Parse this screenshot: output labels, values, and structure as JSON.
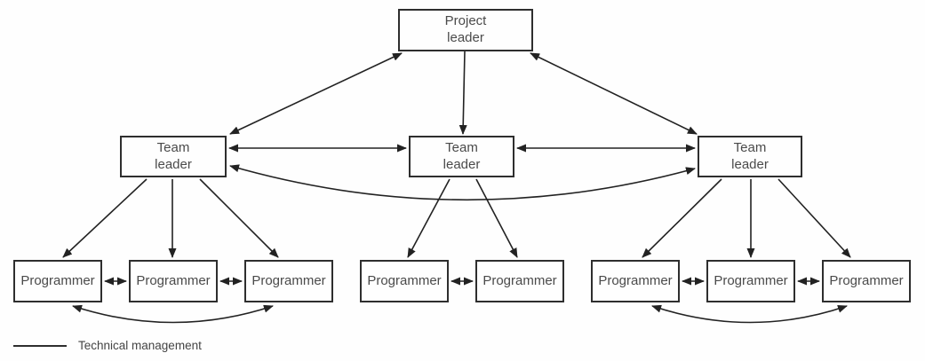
{
  "diagram": {
    "type": "hierarchy-organization-chart",
    "description": "Chief programmer team structure: one project leader over three team leaders, each team leader over a group of programmers, with peer communication arrows"
  },
  "nodes": {
    "project_leader": {
      "id": "project-leader",
      "label": "Project\nleader"
    },
    "team_leaders": [
      {
        "id": "team-leader-1",
        "label": "Team\nleader"
      },
      {
        "id": "team-leader-2",
        "label": "Team\nleader"
      },
      {
        "id": "team-leader-3",
        "label": "Team\nleader"
      }
    ],
    "programmers": [
      {
        "id": "programmer-1",
        "label": "Programmer"
      },
      {
        "id": "programmer-2",
        "label": "Programmer"
      },
      {
        "id": "programmer-3",
        "label": "Programmer"
      },
      {
        "id": "programmer-4",
        "label": "Programmer"
      },
      {
        "id": "programmer-5",
        "label": "Programmer"
      },
      {
        "id": "programmer-6",
        "label": "Programmer"
      },
      {
        "id": "programmer-7",
        "label": "Programmer"
      },
      {
        "id": "programmer-8",
        "label": "Programmer"
      }
    ]
  },
  "edges": [
    {
      "from": "project-leader",
      "to": "team-leader-1",
      "direction": "both",
      "style": "straight"
    },
    {
      "from": "project-leader",
      "to": "team-leader-2",
      "direction": "to",
      "style": "straight"
    },
    {
      "from": "project-leader",
      "to": "team-leader-3",
      "direction": "both",
      "style": "straight"
    },
    {
      "from": "team-leader-1",
      "to": "team-leader-2",
      "direction": "both",
      "style": "straight"
    },
    {
      "from": "team-leader-2",
      "to": "team-leader-3",
      "direction": "both",
      "style": "straight"
    },
    {
      "from": "team-leader-1",
      "to": "team-leader-3",
      "direction": "both",
      "style": "curved-below"
    },
    {
      "from": "team-leader-1",
      "to": "programmer-1",
      "direction": "to",
      "style": "straight"
    },
    {
      "from": "team-leader-1",
      "to": "programmer-2",
      "direction": "to",
      "style": "straight"
    },
    {
      "from": "team-leader-1",
      "to": "programmer-3",
      "direction": "to",
      "style": "straight"
    },
    {
      "from": "programmer-1",
      "to": "programmer-2",
      "direction": "both",
      "style": "straight"
    },
    {
      "from": "programmer-2",
      "to": "programmer-3",
      "direction": "both",
      "style": "straight"
    },
    {
      "from": "programmer-1",
      "to": "programmer-3",
      "direction": "both",
      "style": "curved-below"
    },
    {
      "from": "team-leader-2",
      "to": "programmer-4",
      "direction": "to",
      "style": "straight"
    },
    {
      "from": "team-leader-2",
      "to": "programmer-5",
      "direction": "to",
      "style": "straight"
    },
    {
      "from": "programmer-4",
      "to": "programmer-5",
      "direction": "both",
      "style": "straight"
    },
    {
      "from": "team-leader-3",
      "to": "programmer-6",
      "direction": "to",
      "style": "straight"
    },
    {
      "from": "team-leader-3",
      "to": "programmer-7",
      "direction": "to",
      "style": "straight"
    },
    {
      "from": "team-leader-3",
      "to": "programmer-8",
      "direction": "to",
      "style": "straight"
    },
    {
      "from": "programmer-6",
      "to": "programmer-7",
      "direction": "both",
      "style": "straight"
    },
    {
      "from": "programmer-7",
      "to": "programmer-8",
      "direction": "both",
      "style": "straight"
    },
    {
      "from": "programmer-6",
      "to": "programmer-8",
      "direction": "both",
      "style": "curved-below"
    }
  ],
  "legend": {
    "label": "Technical management"
  },
  "colors": {
    "line": "#222222",
    "border": "#2e2e2e",
    "text": "#4a4a4a",
    "background": "#fefefe"
  }
}
